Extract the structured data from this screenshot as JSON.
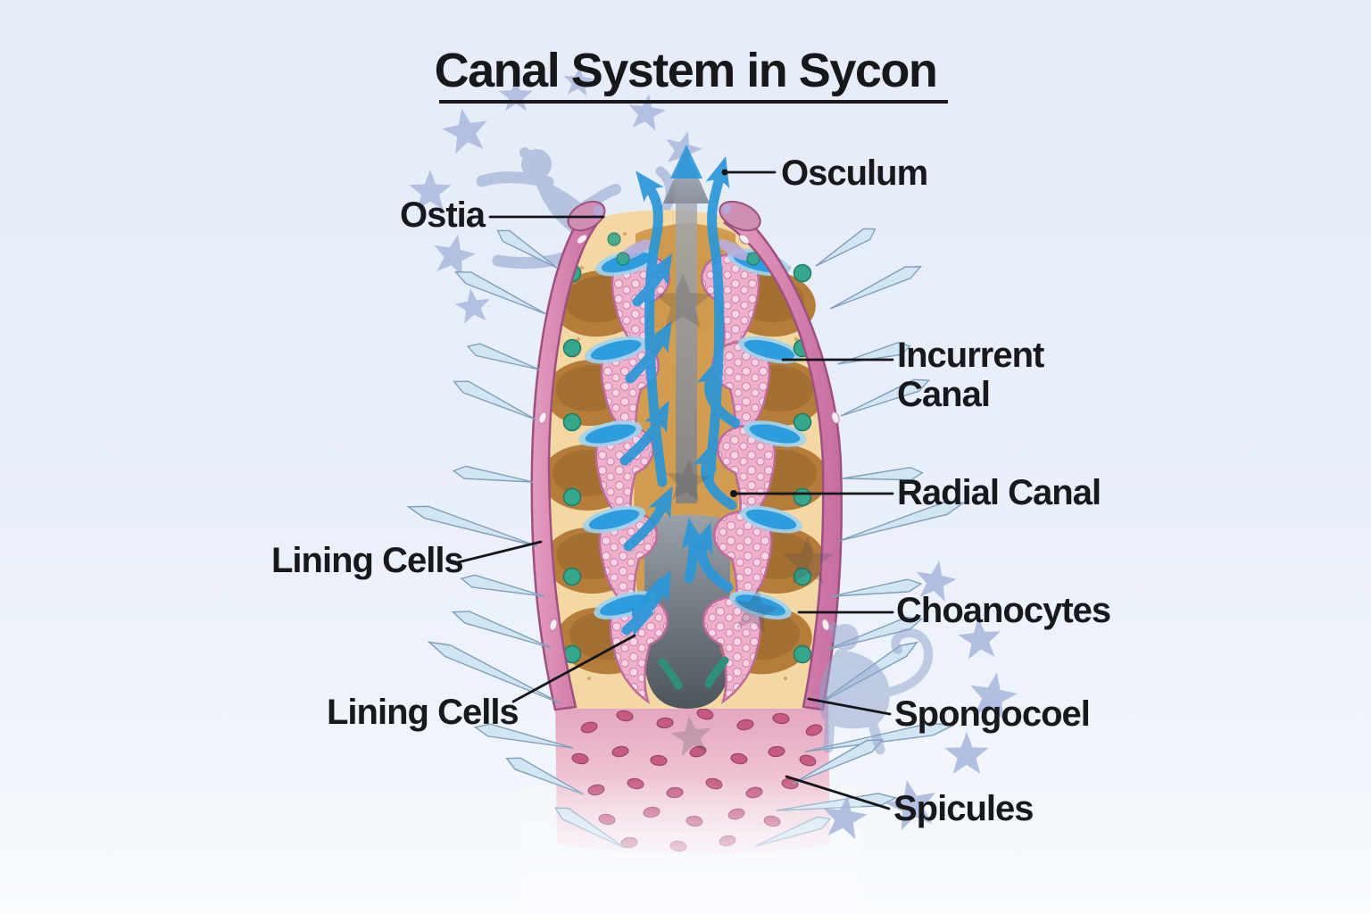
{
  "title": {
    "text": "Canal System in Sycon"
  },
  "labels": {
    "osculum": "Osculum",
    "ostia": "Ostia",
    "incurrent_canal_line1": "Incurrent",
    "incurrent_canal_line2": "Canal",
    "radial_canal": "Radial Canal",
    "lining_cells_upper": "Lining Cells",
    "choanocytes": "Choanocytes",
    "lining_cells_lower": "Lining Cells",
    "spongocoel": "Spongocoel",
    "spicules": "Spicules"
  },
  "watermark": {
    "shapes": [
      "star",
      "monkey-silhouette"
    ]
  },
  "colors": {
    "background": "#e8eefa",
    "title_text": "#16181c",
    "label_text": "#17191d",
    "leader_line": "#15161a",
    "watermark_star": "#a6b5db",
    "watermark_silhouette": "#8ea2cc",
    "sponge_wall_pink": "#d886b0",
    "sponge_wall_outline": "#9c5180",
    "mesohyl_tan": "#f3d8a4",
    "radial_canal_cavity": "#b57c3a",
    "choanocyte_chamber": "#efb0cc",
    "water_arrow_blue": "#2a97d8",
    "gray_arrow": "#8d93a0",
    "spicule_blue": "#d2e5f2",
    "teal_cell": "#36a78c",
    "spongocoel_cavity": "#50555e",
    "base_pink": "#e8aac4",
    "ostium_pore": "#c5537f"
  }
}
